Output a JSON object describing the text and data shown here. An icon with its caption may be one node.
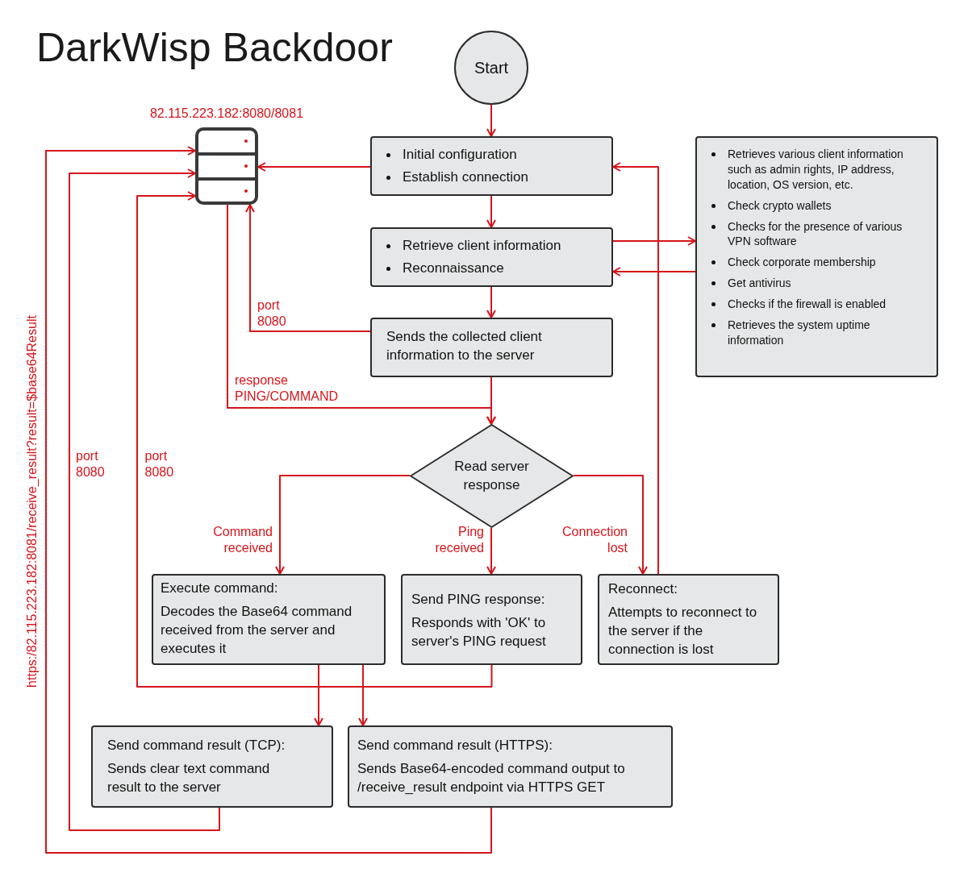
{
  "diagram": {
    "title": "DarkWisp Backdoor",
    "nodes": [
      {
        "text": [
          "Start"
        ]
      },
      {
        "text": [],
        "shape": "server",
        "beside": [
          "82.115.223.182:8080/8081"
        ]
      },
      {
        "text": [
          "Initial configuration",
          "Establish connection"
        ]
      },
      {
        "text": [
          "Retrieve client information",
          "Reconnaissance"
        ]
      },
      {
        "text": [
          "Sends the collected client information to the server"
        ]
      },
      {
        "text": [
          "Retrieves various client information such as admin rights, IP address, location, OS version, etc.",
          "Check crypto wallets",
          "Checks for the presence of various VPN software",
          "Check corporate membership",
          "Get antivirus",
          "Checks if the firewall is enabled",
          "Retrieves the system uptime information"
        ]
      },
      {
        "text": [
          "Read server response"
        ]
      },
      {
        "text": [
          "Execute command:",
          "Decodes the Base64 command received from the server and executes it"
        ]
      },
      {
        "text": [
          "Send PING response:",
          "Responds with 'OK' to server's PING request"
        ]
      },
      {
        "text": [
          "Reconnect:",
          "Attempts to reconnect to the server if the connection is lost"
        ]
      },
      {
        "text": [
          "Send command result (TCP):",
          "Sends clear text command result to the server"
        ]
      },
      {
        "text": [
          "Send command result (HTTPS):",
          "Sends Base64-encoded command output to /receive_result endpoint via HTTPS GET"
        ]
      }
    ],
    "edges": [
      {
        "from": 0,
        "to": 2,
        "arrow": "to"
      },
      {
        "from": 2,
        "to": 1,
        "arrow": "to"
      },
      {
        "from": 2,
        "to": 3,
        "arrow": "to"
      },
      {
        "from": 3,
        "to": 5,
        "arrow": "to"
      },
      {
        "from": 5,
        "to": 3,
        "arrow": "to"
      },
      {
        "from": 3,
        "to": 4,
        "arrow": "to"
      },
      {
        "from": 4,
        "to": 1,
        "arrow": "to",
        "label": "port 8080"
      },
      {
        "from": 1,
        "to": 6,
        "arrow": "to",
        "label": "response PING/COMMAND"
      },
      {
        "from": 4,
        "to": 6,
        "arrow": "to"
      },
      {
        "from": 6,
        "to": 7,
        "arrow": "to",
        "label": "Command received"
      },
      {
        "from": 6,
        "to": 8,
        "arrow": "to",
        "label": "Ping received"
      },
      {
        "from": 6,
        "to": 9,
        "arrow": "to",
        "label": "Connection lost"
      },
      {
        "from": 9,
        "to": 2,
        "arrow": "to"
      },
      {
        "from": 7,
        "to": 10,
        "arrow": "to"
      },
      {
        "from": 7,
        "to": 11,
        "arrow": "to"
      },
      {
        "from": 8,
        "to": 1,
        "arrow": "to",
        "label": "port 8080"
      },
      {
        "from": 10,
        "to": 1,
        "arrow": "to",
        "label": "port 8080"
      },
      {
        "from": 11,
        "to": 1,
        "arrow": "to",
        "label": "https:/82.115.223.182:8081/receive_result?result=$base64Result"
      }
    ]
  }
}
